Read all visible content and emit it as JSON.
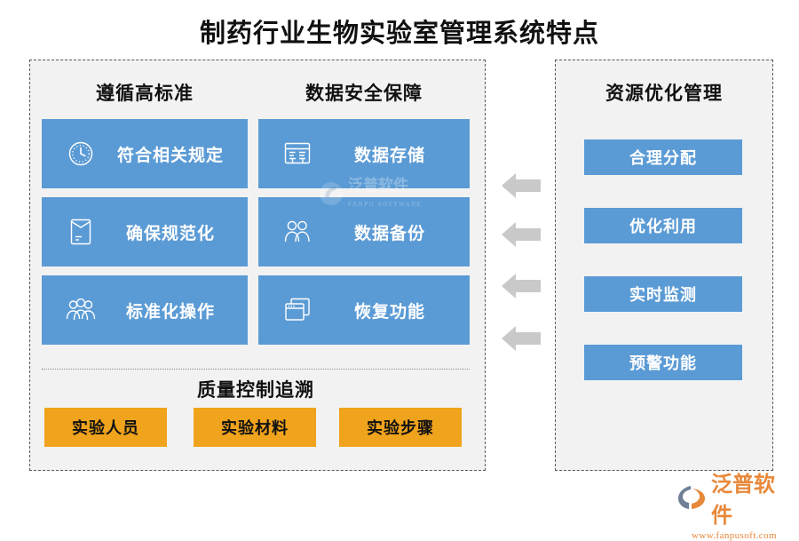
{
  "page": {
    "title": "制药行业生物实验室管理系统特点",
    "background_color": "#ffffff"
  },
  "theme": {
    "blue": "#5b9bd5",
    "orange": "#f0a31c",
    "panel_fill": "#f2f2f2",
    "panel_border": "#5a5a5a",
    "arrow_gray": "#c8c8c8",
    "text_dark": "#111111",
    "brand_orange": "#e8883a"
  },
  "left_panel": {
    "columns": [
      {
        "title": "遵循高标准",
        "cards": [
          {
            "label": "符合相关规定",
            "icon": "clock-icon"
          },
          {
            "label": "确保规范化",
            "icon": "document-icon"
          },
          {
            "label": "标准化操作",
            "icon": "people-group-icon"
          }
        ]
      },
      {
        "title": "数据安全保障",
        "cards": [
          {
            "label": "数据存储",
            "icon": "database-table-icon"
          },
          {
            "label": "数据备份",
            "icon": "two-people-icon"
          },
          {
            "label": "恢复功能",
            "icon": "stacked-windows-icon"
          }
        ]
      }
    ],
    "quality": {
      "title": "质量控制追溯",
      "chips": [
        "实验人员",
        "实验材料",
        "实验步骤"
      ]
    }
  },
  "right_panel": {
    "title": "资源优化管理",
    "bars": [
      "合理分配",
      "优化利用",
      "实时监测",
      "预警功能"
    ]
  },
  "arrows": {
    "count": 4,
    "direction": "left",
    "name": "left-arrow-icon"
  },
  "watermark": {
    "center_text": "泛普软件",
    "center_sub": "FANPU SOFTWARE"
  },
  "brand": {
    "name": "泛普软件",
    "url": "www.fanpusoft.com"
  }
}
